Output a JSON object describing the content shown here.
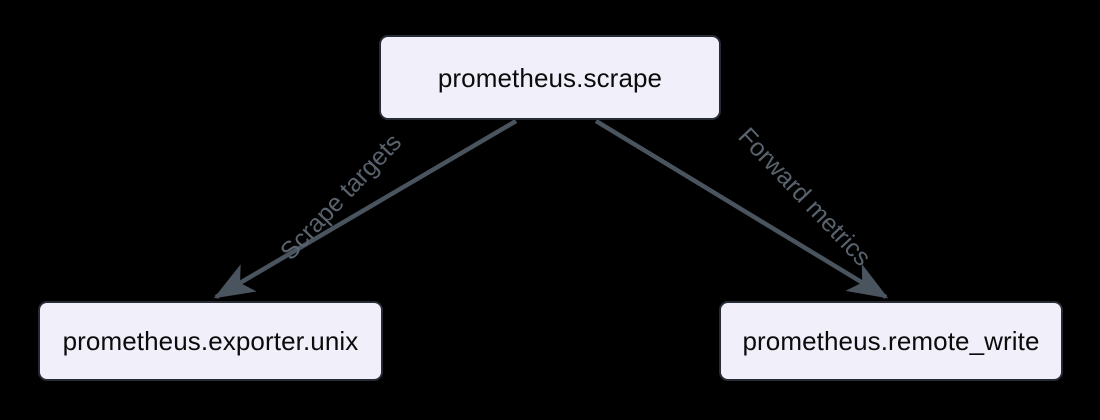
{
  "diagram": {
    "type": "flowchart",
    "direction": "top-down",
    "background_color": "#000000",
    "node_fill_color": "#f1f0fa",
    "node_border_color": "#272b35",
    "node_text_color": "#0b0b0c",
    "edge_color": "#4a545e",
    "edge_label_color": "#59636d",
    "nodes": [
      {
        "id": "scrape",
        "label": "prometheus.scrape"
      },
      {
        "id": "exporter",
        "label": "prometheus.exporter.unix"
      },
      {
        "id": "remote_write",
        "label": "prometheus.remote_write"
      }
    ],
    "edges": [
      {
        "id": "scrape-to-exporter",
        "from": "scrape",
        "to": "exporter",
        "label": "Scrape targets",
        "arrow": "arrow-head-icon"
      },
      {
        "id": "scrape-to-remote-write",
        "from": "scrape",
        "to": "remote_write",
        "label": "Forward metrics",
        "arrow": "arrow-head-icon"
      }
    ]
  }
}
